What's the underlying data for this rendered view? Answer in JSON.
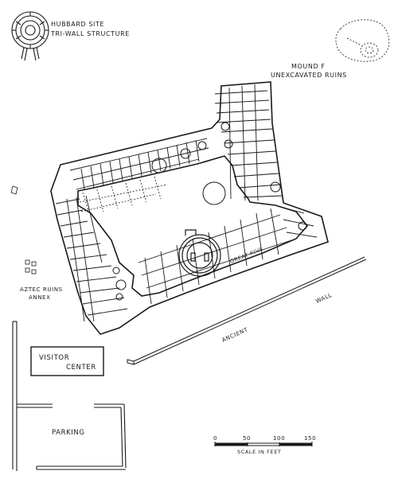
{
  "map": {
    "labels": {
      "hubbard_line1": "HUBBARD SITE",
      "hubbard_line2": "TRI-WALL STRUCTURE",
      "mound_line1": "MOUND F",
      "mound_line2": "UNEXCAVATED RUINS",
      "annex_line1": "AZTEC RUINS",
      "annex_line2": "ANNEX",
      "great_kiva": "GREAT KIVA",
      "ancient": "ANCIENT",
      "wall": "WALL",
      "visitor_line1": "VISITOR",
      "visitor_line2": "CENTER",
      "parking": "PARKING"
    },
    "scale": {
      "ticks": [
        "0",
        "50",
        "100",
        "150"
      ],
      "caption": "SCALE IN FEET"
    }
  }
}
